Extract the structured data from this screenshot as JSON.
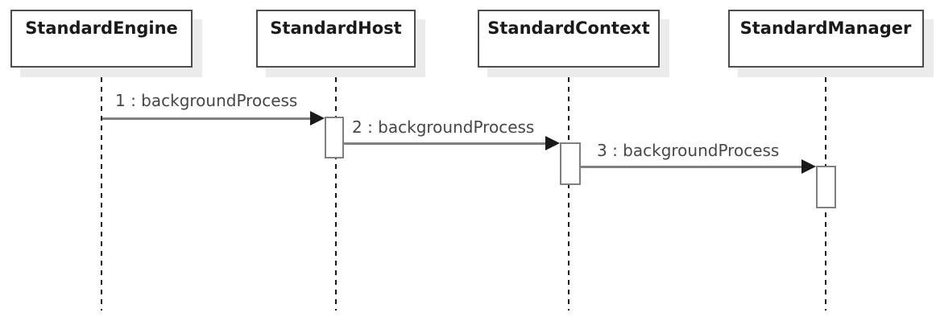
{
  "diagram": {
    "type": "uml-sequence-diagram",
    "actors": [
      {
        "label": "StandardEngine"
      },
      {
        "label": "StandardHost"
      },
      {
        "label": "StandardContext"
      },
      {
        "label": "StandardManager"
      }
    ],
    "messages": [
      {
        "label": "1 : backgroundProcess",
        "from": 0,
        "to": 1
      },
      {
        "label": "2 : backgroundProcess",
        "from": 1,
        "to": 2
      },
      {
        "label": "3 : backgroundProcess",
        "from": 2,
        "to": 3
      }
    ],
    "colors": {
      "background": "#ffffff",
      "box_fill": "#ffffff",
      "box_border": "#4d4d4d",
      "box_shadow": "#ececec",
      "actor_text": "#1a1a1a",
      "lifeline": "#1a1a1a",
      "message_line": "#808080",
      "arrowhead": "#1a1a1a",
      "message_text": "#474747"
    }
  }
}
